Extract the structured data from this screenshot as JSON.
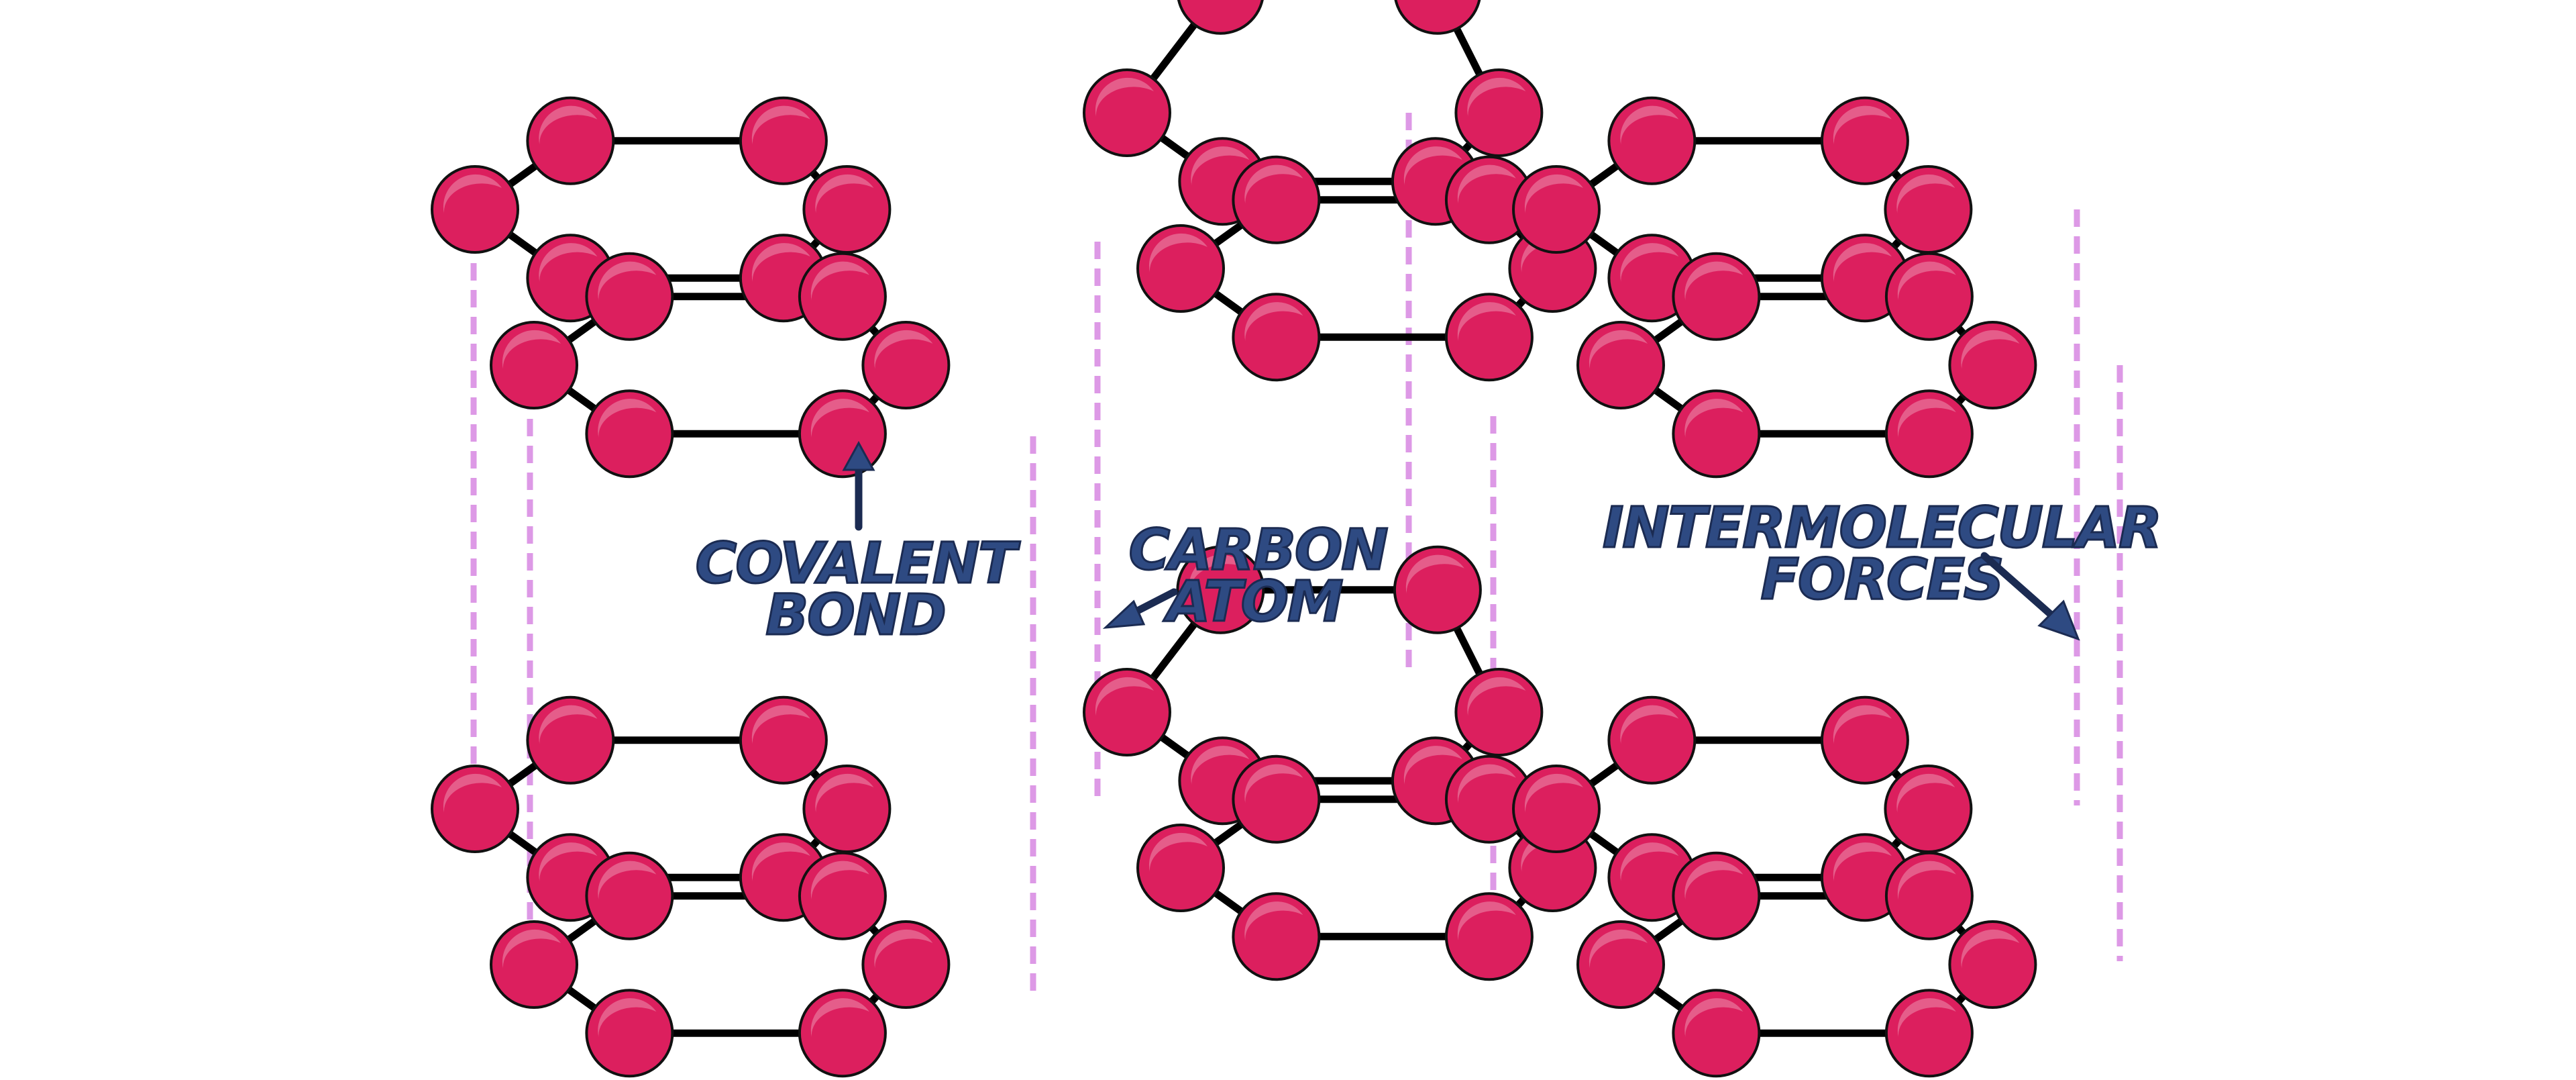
{
  "labels": {
    "covalent_bond": [
      "COVALENT",
      "BOND"
    ],
    "carbon_atom": [
      "CARBON",
      "ATOM"
    ],
    "intermolecular_forces": [
      "INTERMOLECULAR",
      "FORCES"
    ]
  },
  "colors": {
    "atom": "#dc1f5e",
    "bond": "#000000",
    "force": "#dd99e6",
    "label": "#2e4a82"
  },
  "icons": [
    "carbon-atom-icon",
    "arrow-icon"
  ]
}
